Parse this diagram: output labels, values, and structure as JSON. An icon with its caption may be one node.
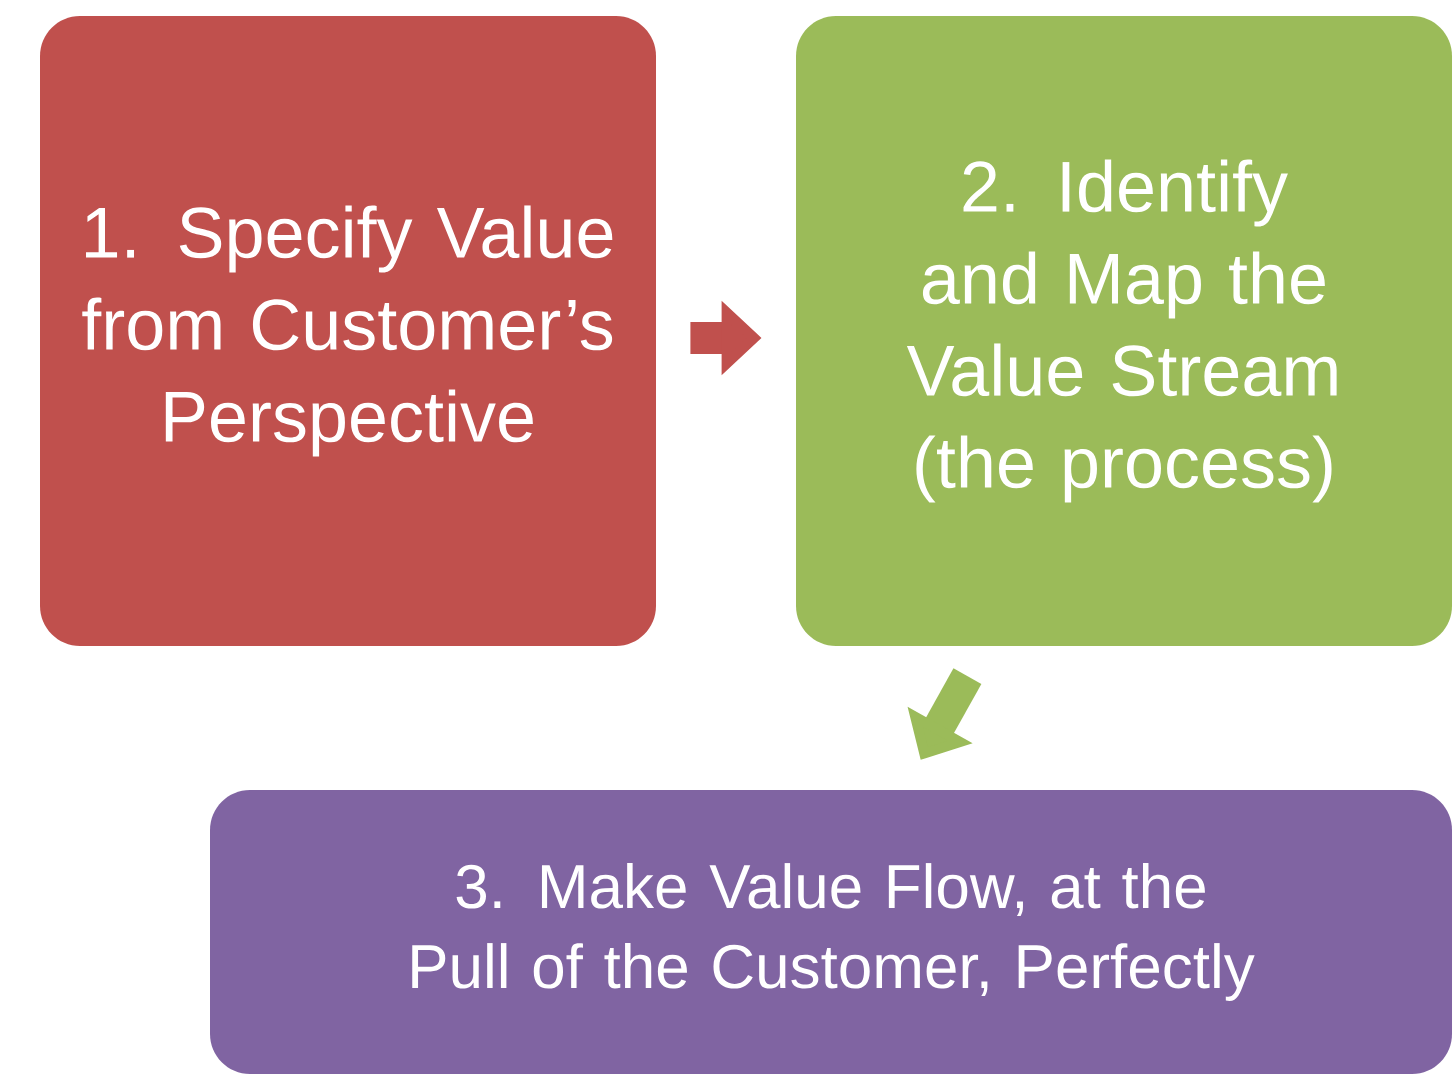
{
  "diagram": {
    "nodes": [
      {
        "text": [
          "1. Specify Value from Customer’s Perspective"
        ]
      },
      {
        "text": [
          "2. Identify and Map the Value Stream (the process)"
        ]
      },
      {
        "text": [
          "3. Make Value Flow, at the Pull of the Customer, Perfectly"
        ]
      }
    ],
    "edges": [
      {
        "from": 0,
        "to": 1,
        "arrow": "to",
        "color": "#c0504d"
      },
      {
        "from": 1,
        "to": 2,
        "arrow": "to",
        "color": "#9bbb59"
      }
    ]
  }
}
